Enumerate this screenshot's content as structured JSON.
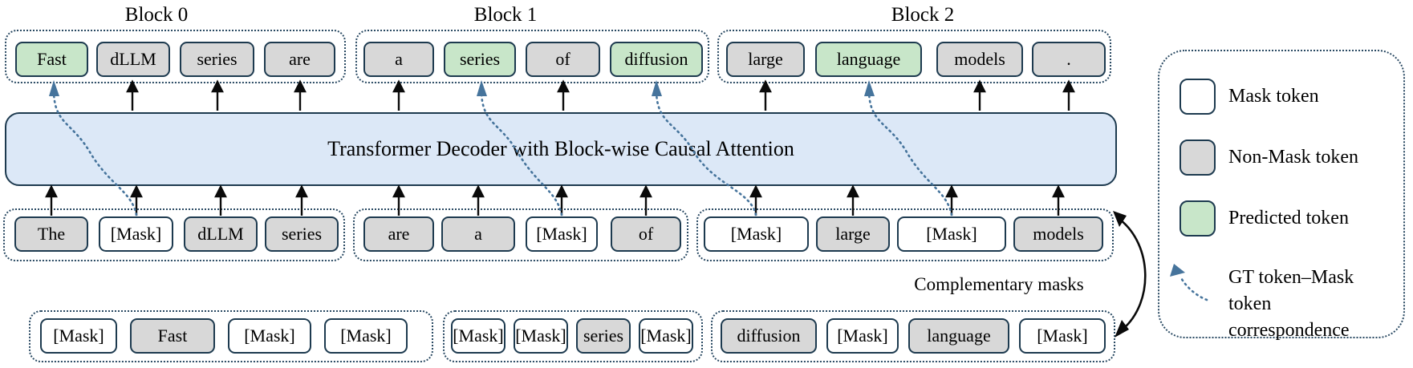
{
  "header": {
    "block_labels": [
      "Block 0",
      "Block 1",
      "Block 2"
    ]
  },
  "decoder": {
    "label": "Transformer Decoder with Block-wise Causal Attention"
  },
  "annotations": {
    "complementary_masks": "Complementary masks"
  },
  "rows": {
    "output": {
      "groups": [
        {
          "tokens": [
            {
              "text": "Fast",
              "kind": "predicted"
            },
            {
              "text": "dLLM",
              "kind": "context"
            },
            {
              "text": "series",
              "kind": "context"
            },
            {
              "text": "are",
              "kind": "context"
            }
          ]
        },
        {
          "tokens": [
            {
              "text": "a",
              "kind": "context"
            },
            {
              "text": "series",
              "kind": "predicted"
            },
            {
              "text": "of",
              "kind": "context"
            },
            {
              "text": "diffusion",
              "kind": "predicted"
            }
          ]
        },
        {
          "tokens": [
            {
              "text": "large",
              "kind": "context"
            },
            {
              "text": "language",
              "kind": "predicted"
            },
            {
              "text": "models",
              "kind": "context"
            },
            {
              "text": ".",
              "kind": "context"
            }
          ]
        }
      ]
    },
    "input": {
      "groups": [
        {
          "tokens": [
            {
              "text": "The",
              "kind": "context"
            },
            {
              "text": "[Mask]",
              "kind": "mask"
            },
            {
              "text": "dLLM",
              "kind": "context"
            },
            {
              "text": "series",
              "kind": "context"
            }
          ]
        },
        {
          "tokens": [
            {
              "text": "are",
              "kind": "context"
            },
            {
              "text": "a",
              "kind": "context"
            },
            {
              "text": "[Mask]",
              "kind": "mask"
            },
            {
              "text": "of",
              "kind": "context"
            }
          ]
        },
        {
          "tokens": [
            {
              "text": "[Mask]",
              "kind": "mask"
            },
            {
              "text": "large",
              "kind": "context"
            },
            {
              "text": "[Mask]",
              "kind": "mask"
            },
            {
              "text": "models",
              "kind": "context"
            }
          ]
        }
      ]
    },
    "complementary": {
      "groups": [
        {
          "tokens": [
            {
              "text": "[Mask]",
              "kind": "mask"
            },
            {
              "text": "Fast",
              "kind": "context"
            },
            {
              "text": "[Mask]",
              "kind": "mask"
            },
            {
              "text": "[Mask]",
              "kind": "mask"
            }
          ]
        },
        {
          "tokens": [
            {
              "text": "[Mask]",
              "kind": "mask"
            },
            {
              "text": "[Mask]",
              "kind": "mask"
            },
            {
              "text": "series",
              "kind": "context"
            },
            {
              "text": "[Mask]",
              "kind": "mask"
            }
          ]
        },
        {
          "tokens": [
            {
              "text": "diffusion",
              "kind": "context"
            },
            {
              "text": "[Mask]",
              "kind": "mask"
            },
            {
              "text": "language",
              "kind": "context"
            },
            {
              "text": "[Mask]",
              "kind": "mask"
            }
          ]
        }
      ]
    }
  },
  "legend": {
    "items": [
      {
        "label": "Mask token",
        "swatch": "mask"
      },
      {
        "label": "Non-Mask token",
        "swatch": "context"
      },
      {
        "label": "Predicted token",
        "swatch": "predicted"
      },
      {
        "label": "GT token–Mask token correspondence",
        "swatch": "gt-arrow"
      }
    ]
  },
  "colors": {
    "mask_fill": "#ffffff",
    "non_mask_fill": "#d8d8d8",
    "predicted_fill": "#c8e6c9",
    "decoder_fill": "#dce8f7",
    "outline": "#1d3a4f",
    "dotted_border": "#2a4a63",
    "correspondence_blue": "#46749c"
  }
}
